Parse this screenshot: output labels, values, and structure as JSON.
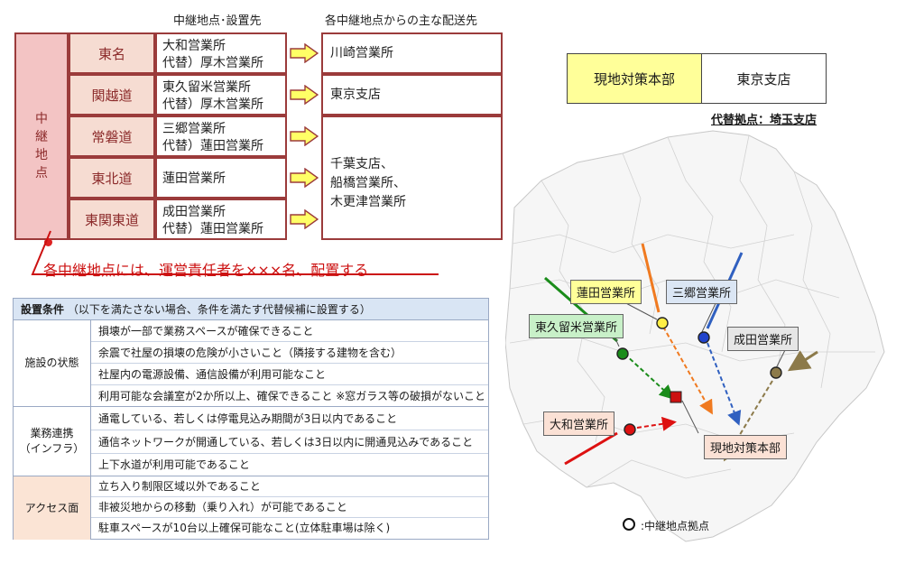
{
  "header": {
    "col_relay": "中継地点･設置先",
    "col_dest": "各中継地点からの主な配送先"
  },
  "relay_label": [
    "中",
    "継",
    "地",
    "点"
  ],
  "routes": [
    {
      "route": "東名",
      "office_line1": "大和営業所",
      "office_line2": "代替）厚木営業所"
    },
    {
      "route": "関越道",
      "office_line1": "東久留米営業所",
      "office_line2": "代替）厚木営業所"
    },
    {
      "route": "常磐道",
      "office_line1": "三郷営業所",
      "office_line2": "代替）蓮田営業所"
    },
    {
      "route": "東北道",
      "office_line1": "蓮田営業所",
      "office_line2": ""
    },
    {
      "route": "東関東道",
      "office_line1": "成田営業所",
      "office_line2": "代替）蓮田営業所"
    }
  ],
  "destinations": {
    "d1": "川崎営業所",
    "d2": "東京支店",
    "d3_line1": "千葉支店、",
    "d3_line2": "船橋営業所、",
    "d3_line3": "木更津営業所"
  },
  "red_note": "各中継地点には、運営責任者を×××名、配置する",
  "conditions": {
    "title_bold": "設置条件",
    "title_rest": "（以下を満たさない場合、条件を満たす代替候補に設置する）",
    "categories": [
      {
        "name_line1": "施設の状態",
        "name_line2": ""
      },
      {
        "name_line1": "業務連携",
        "name_line2": "（インフラ）"
      },
      {
        "name_line1": "アクセス面",
        "name_line2": ""
      }
    ],
    "rows": [
      "損壊が一部で業務スペースが確保できること",
      "余震で社屋の損壊の危険が小さいこと（隣接する建物を含む）",
      "社屋内の電源設備、通信設備が利用可能なこと",
      "利用可能な会議室が2か所以上、確保できること ※窓ガラス等の破損がないこと",
      "通電している、若しくは停電見込み期間が3日以内であること",
      "通信ネットワークが開通している、若しくは3日以内に開通見込みであること",
      "上下水道が利用可能であること",
      "立ち入り制限区域以外であること",
      "非被災地からの移動（乗り入れ）が可能であること",
      "駐車スペースが10台以上確保可能なこと(立体駐車場は除く)"
    ]
  },
  "hq": {
    "left": "現地対策本部",
    "right": "東京支店",
    "alt": "代替拠点：埼玉支店"
  },
  "map_labels": {
    "hasuda": "蓮田営業所",
    "misato": "三郷営業所",
    "higashikurume": "東久留米営業所",
    "narita": "成田営業所",
    "yamato": "大和営業所",
    "hq": "現地対策本部"
  },
  "legend": ":中継地点拠点",
  "colors": {
    "relay_fill": "#f3c4c4",
    "route_fill": "#f6dcd2",
    "border": "#9b3b3b",
    "arrow_fill": "#ffff66",
    "hq_fill": "#ffff99",
    "red": "#cc1111",
    "green": "#1a8c1a",
    "orange": "#f07a20",
    "blue": "#3060c0",
    "olive": "#8c7a4a"
  }
}
